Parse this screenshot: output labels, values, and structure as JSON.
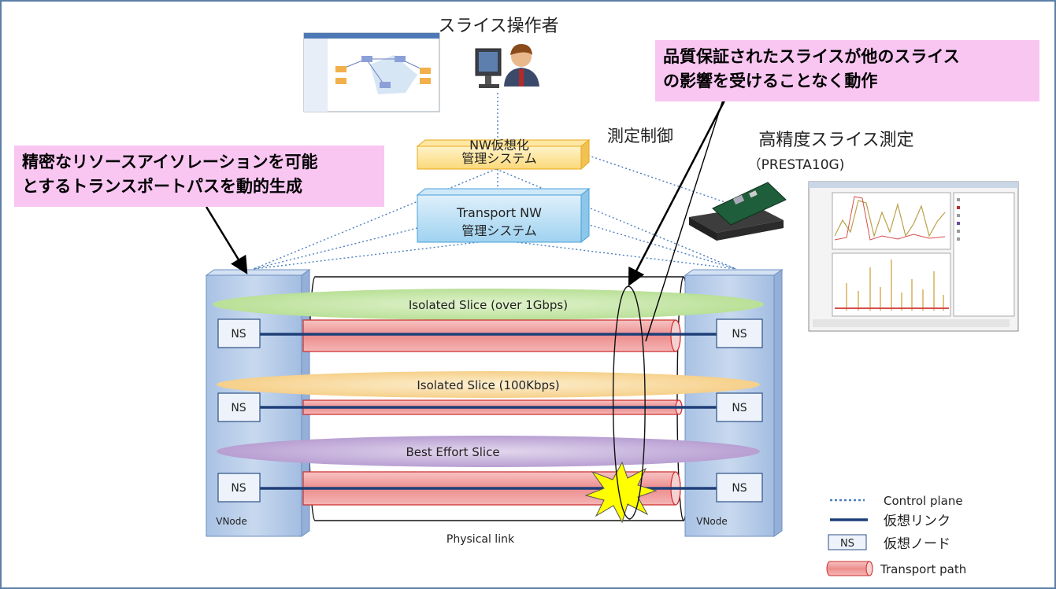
{
  "operator_label": "スライス操作者",
  "measurement_control_label": "測定制御",
  "measurement": {
    "title": "高精度スライス測定",
    "subtitle": "（PRESTA10G)"
  },
  "callout_left": {
    "line1": "精密なリソースアイソレーションを可能",
    "line2": "とするトランスポートパスを動的生成"
  },
  "callout_right": {
    "line1": "品質保証されたスライスが他のスライス",
    "line2": "の影響を受けることなく動作"
  },
  "nw_virtualization_box": {
    "line1": "NW仮想化",
    "line2": "管理システム"
  },
  "transport_nw_box": {
    "line1": "Transport NW",
    "line2": "管理システム"
  },
  "slices": [
    "Isolated Slice (over 1Gbps)",
    "Isolated Slice (100Kbps)",
    "Best Effort  Slice"
  ],
  "ns_label": "NS",
  "vnode_label": "VNode",
  "physical_link_label": "Physical link",
  "legend": {
    "control_plane": "Control plane",
    "virtual_link": "仮想リンク",
    "virtual_node_ns": "NS",
    "virtual_node": "仮想ノード",
    "transport_path": "Transport path"
  },
  "colors": {
    "frame_border": "#5b7fa8",
    "control_plane": "#4a7ebf",
    "virtual_link": "#1f3f78",
    "vnode_fill": "#b9cdea",
    "pipe_fill": "#f4a3a3",
    "callout_fill": "#f9c6f2",
    "slice1": "#c7e9a8",
    "slice2": "#f9dca0",
    "slice3": "#c9b3dd"
  }
}
